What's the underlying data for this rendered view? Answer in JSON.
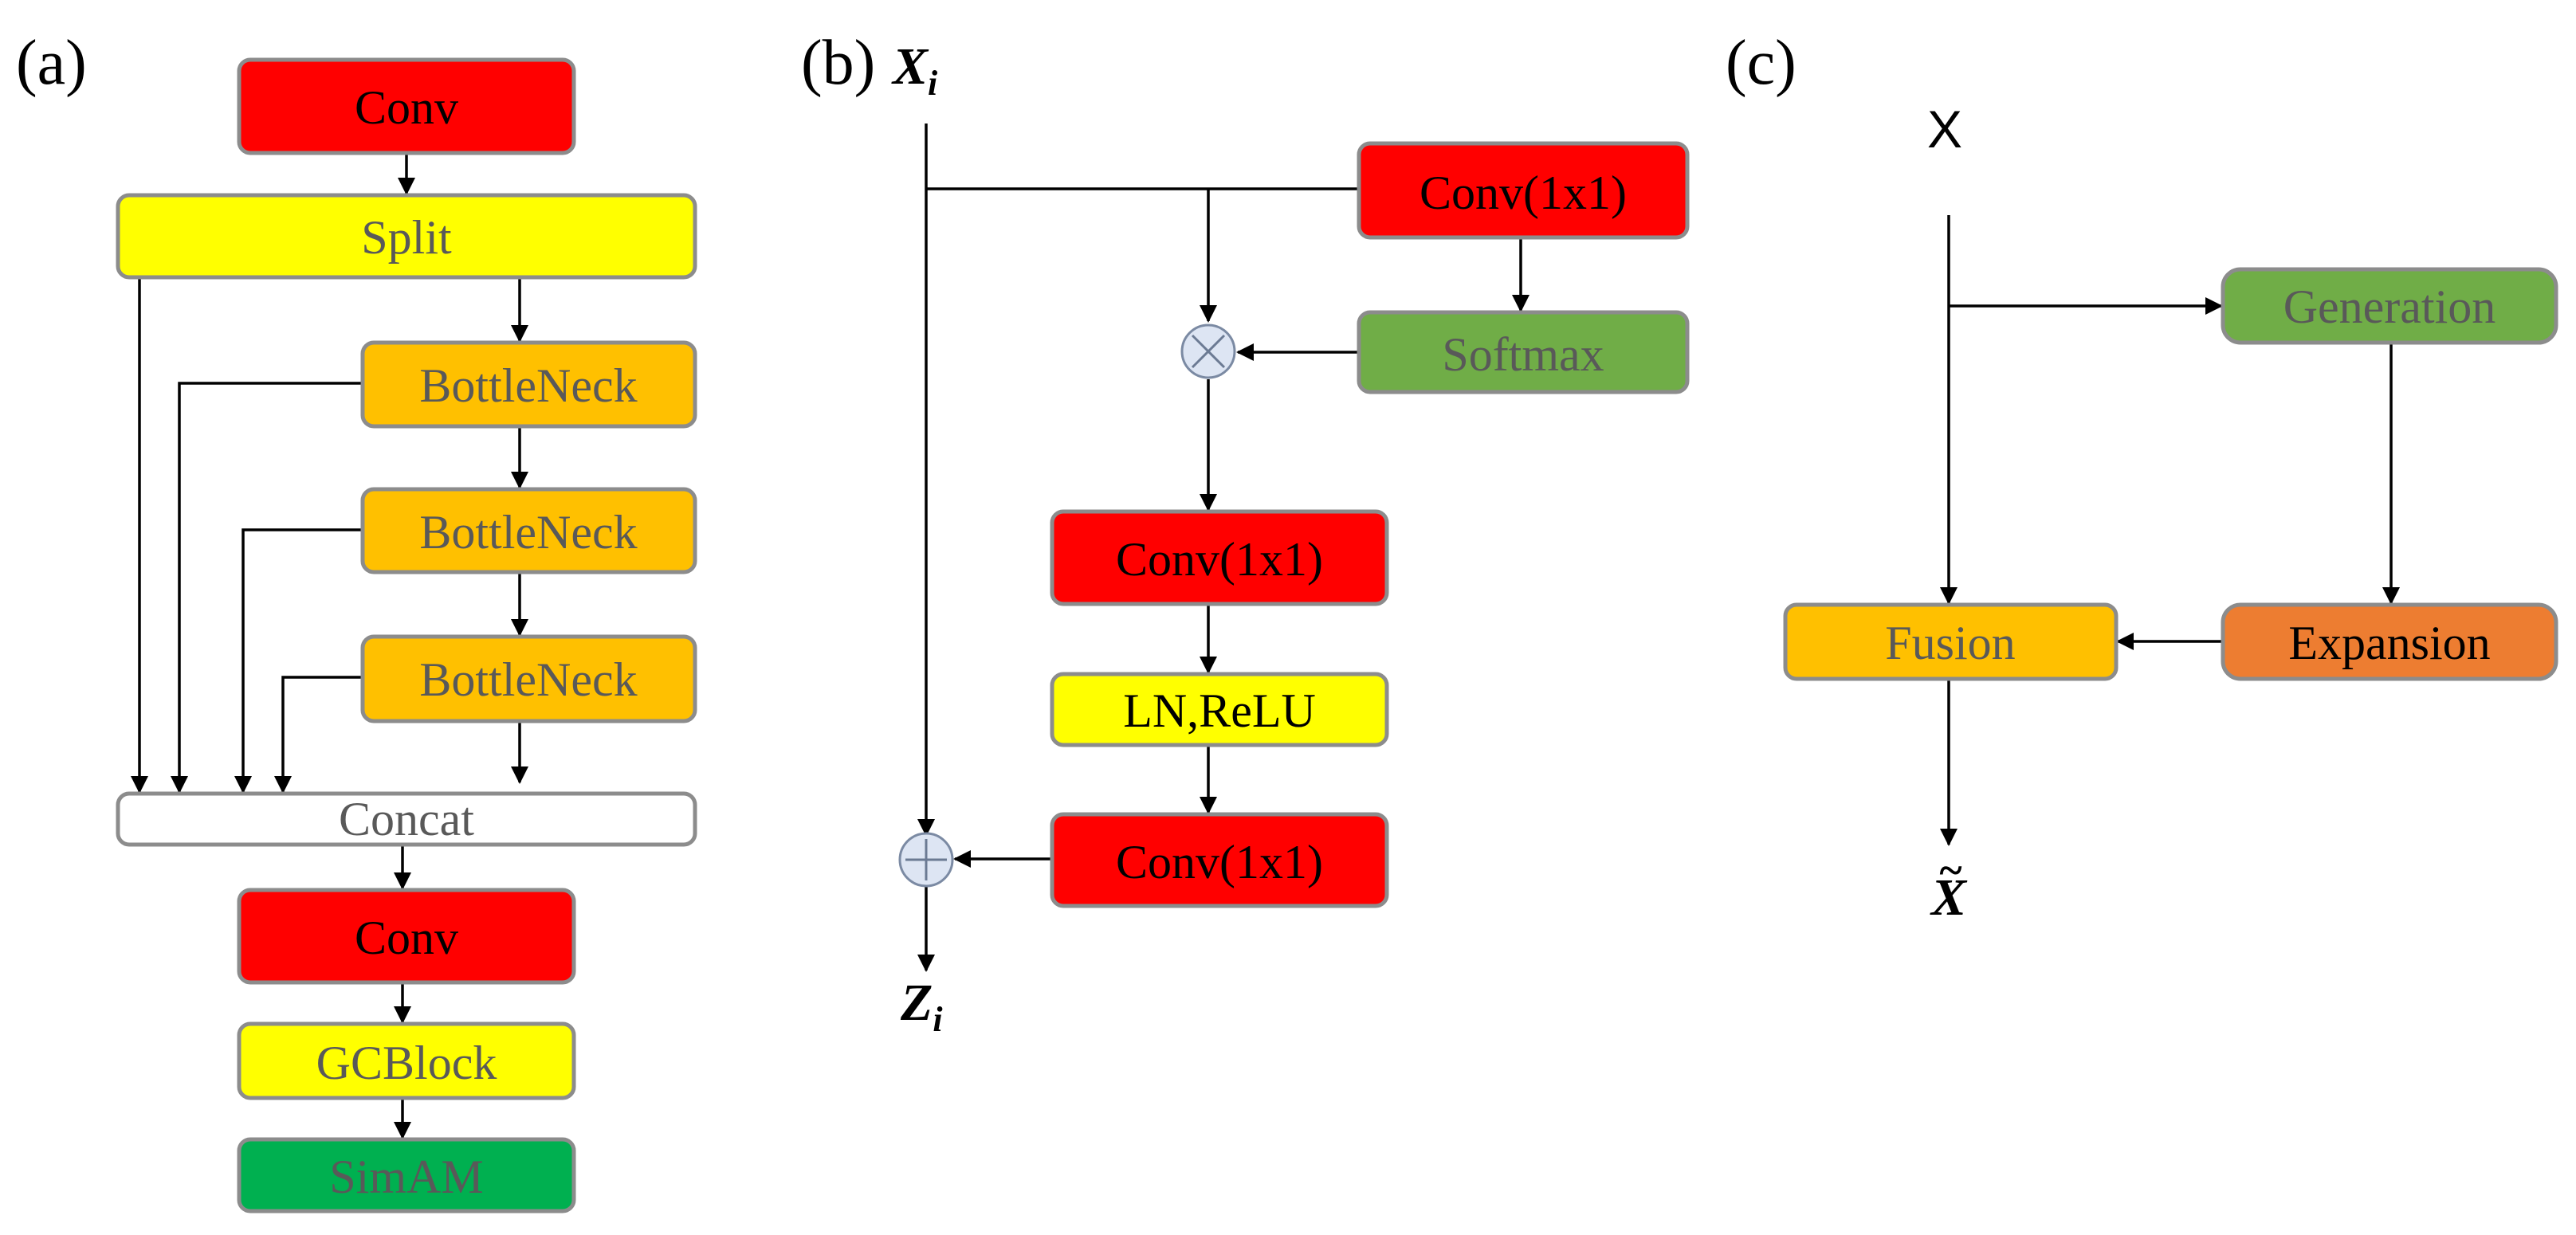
{
  "panels": {
    "a": "(a)",
    "b": "(b)",
    "c": "(c)"
  },
  "colors": {
    "red": "#ff0000",
    "yellow": "#ffff00",
    "orange_yellow": "#ffc000",
    "green_dark": "#00b050",
    "green_olive": "#70ad47",
    "orange": "#ed7d31",
    "white": "#ffffff",
    "text_dark": "#000000",
    "text_gray": "#595959"
  },
  "panel_a": {
    "conv_top": "Conv",
    "split": "Split",
    "bottleneck_1": "BottleNeck",
    "bottleneck_2": "BottleNeck",
    "bottleneck_3": "BottleNeck",
    "concat": "Concat",
    "conv_bottom": "Conv",
    "gcblock": "GCBlock",
    "simam": "SimAM"
  },
  "panel_b": {
    "input_var": "X",
    "input_sub": "i",
    "output_var": "Z",
    "output_sub": "i",
    "conv_top": "Conv(1x1)",
    "softmax": "Softmax",
    "conv_mid": "Conv(1x1)",
    "ln_relu": "LN,ReLU",
    "conv_bottom": "Conv(1x1)",
    "multiply_icon": "multiply-icon",
    "add_icon": "add-icon"
  },
  "panel_c": {
    "input": "X",
    "generation": "Generation",
    "fusion": "Fusion",
    "expansion": "Expansion",
    "output_var": "X",
    "output_accent": "~"
  }
}
